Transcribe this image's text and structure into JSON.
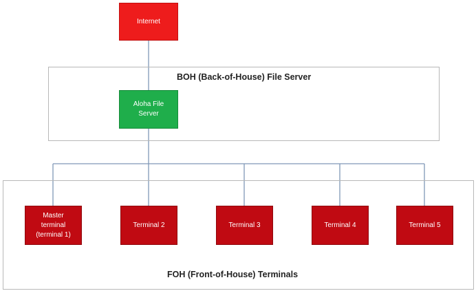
{
  "internet": {
    "label": "Internet"
  },
  "boh": {
    "title": "BOH (Back-of-House) File Server",
    "server": {
      "label": "Aloha File\nServer"
    }
  },
  "foh": {
    "title": "FOH (Front-of-House) Terminals",
    "terminals": [
      {
        "label": "Master\nterminal\n(terminal 1)"
      },
      {
        "label": "Terminal 2"
      },
      {
        "label": "Terminal 3"
      },
      {
        "label": "Terminal 4"
      },
      {
        "label": "Terminal 5"
      }
    ]
  },
  "colors": {
    "internet": "#ee1c1c",
    "server": "#1fae4b",
    "terminal": "#c00a12",
    "connector": "#7f97b6",
    "container_border": "#b7b7b7"
  }
}
